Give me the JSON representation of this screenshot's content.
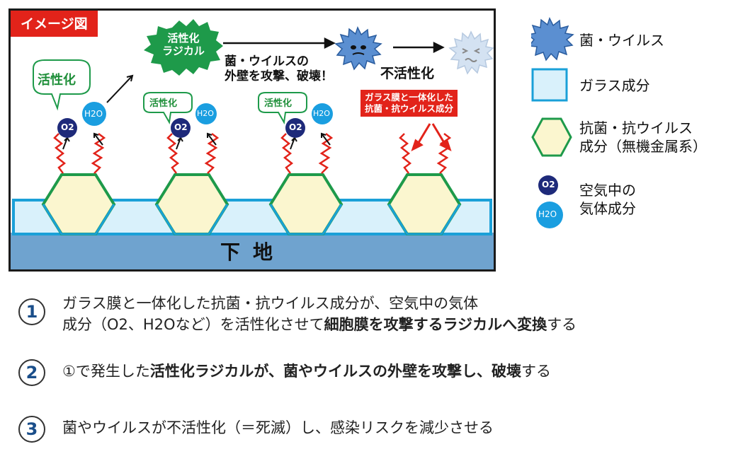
{
  "diagram": {
    "tag": "イメージ図",
    "radical_title": "活性化\nラジカル",
    "attack_text_1": "菌・ウイルスの",
    "attack_text_2": "外壁を攻撃、破壊！",
    "inactivation": "不活性化",
    "activation_large": "活性化",
    "activation_small": "活性化",
    "o2_label": "O2",
    "h2o_label": "H2O",
    "red_box_line1": "ガラス膜と一体化した",
    "red_box_line2": "抗菌・抗ウイルス成分",
    "ground": "下地"
  },
  "legend": [
    {
      "icon": "virus-icon",
      "label": "菌・ウイルス"
    },
    {
      "icon": "glass-layer-icon",
      "label": "ガラス成分"
    },
    {
      "icon": "hexagon-icon",
      "label": "抗菌・抗ウイルス",
      "label2": "成分（無機金属系）"
    },
    {
      "icon": "molecule-icon",
      "label": "空気中の",
      "label2": "気体成分",
      "o2": "O2",
      "h2o": "H2O"
    }
  ],
  "steps": [
    {
      "num": "1",
      "line1": "ガラス膜と一体化した抗菌・抗ウイルス成分が、空気中の気体",
      "line2_a": "成分（O2、H2Oなど）を活性化させて",
      "line2_b": "細胞膜を攻撃するラジカルへ変換",
      "line2_c": "する"
    },
    {
      "num": "2",
      "a": "①で発生した",
      "b": "活性化ラジカルが、菌やウイルスの外壁を攻撃し、破壊",
      "c": "する"
    },
    {
      "num": "3",
      "text": "菌やウイルスが不活性化（＝死滅）し、感染リスクを減少させる"
    }
  ],
  "colors": {
    "red": "#e2231a",
    "green": "#1f8f3a",
    "glass": "#d9f1fb",
    "glass_border": "#1aa0d8",
    "ground": "#6fa3cf",
    "hex_fill": "#fbf6cf",
    "virus": "#5b8fd1",
    "o2": "#1e2a7a",
    "h2o": "#1a9ee0"
  }
}
